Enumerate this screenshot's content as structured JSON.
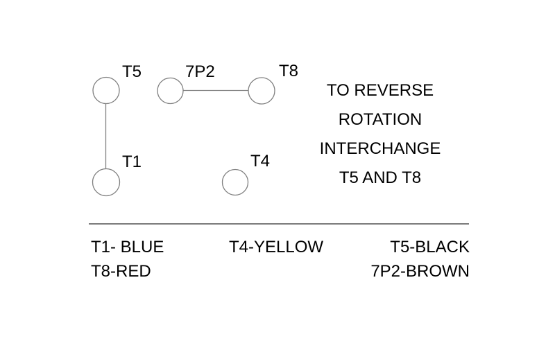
{
  "diagram": {
    "terminals": [
      {
        "id": "t5",
        "label": "T5"
      },
      {
        "id": "t1",
        "label": "T1"
      },
      {
        "id": "7p2",
        "label": "7P2"
      },
      {
        "id": "t8",
        "label": "T8"
      },
      {
        "id": "t4",
        "label": "T4"
      }
    ],
    "connections": [
      {
        "from": "T5",
        "to": "T1"
      },
      {
        "from": "7P2",
        "to": "T8"
      }
    ]
  },
  "note": {
    "lines": [
      "TO REVERSE",
      "ROTATION",
      "INTERCHANGE",
      "T5 AND T8"
    ]
  },
  "legend": {
    "left": [
      "T1- BLUE",
      "T8-RED"
    ],
    "middle": [
      "T4-YELLOW"
    ],
    "right": [
      "T5-BLACK",
      "7P2-BROWN"
    ]
  },
  "colors": {
    "line_gray": "#7f7f7f",
    "text": "#000000",
    "background": "#ffffff"
  }
}
